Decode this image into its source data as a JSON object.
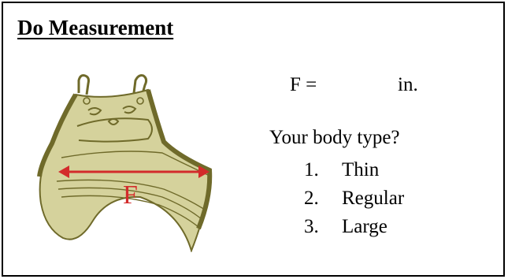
{
  "header": {
    "title": "Do Measurement"
  },
  "figure": {
    "measure_label": "F",
    "colors": {
      "fabric": "#d5d29c",
      "seam": "#6f6a2a",
      "arrow": "#d32b2b"
    }
  },
  "measurement": {
    "label": "F =",
    "unit": "in."
  },
  "body_type": {
    "question": "Your body type?",
    "options": [
      {
        "number": "1.",
        "label": "Thin"
      },
      {
        "number": "2.",
        "label": "Regular"
      },
      {
        "number": "3.",
        "label": "Large"
      }
    ]
  }
}
